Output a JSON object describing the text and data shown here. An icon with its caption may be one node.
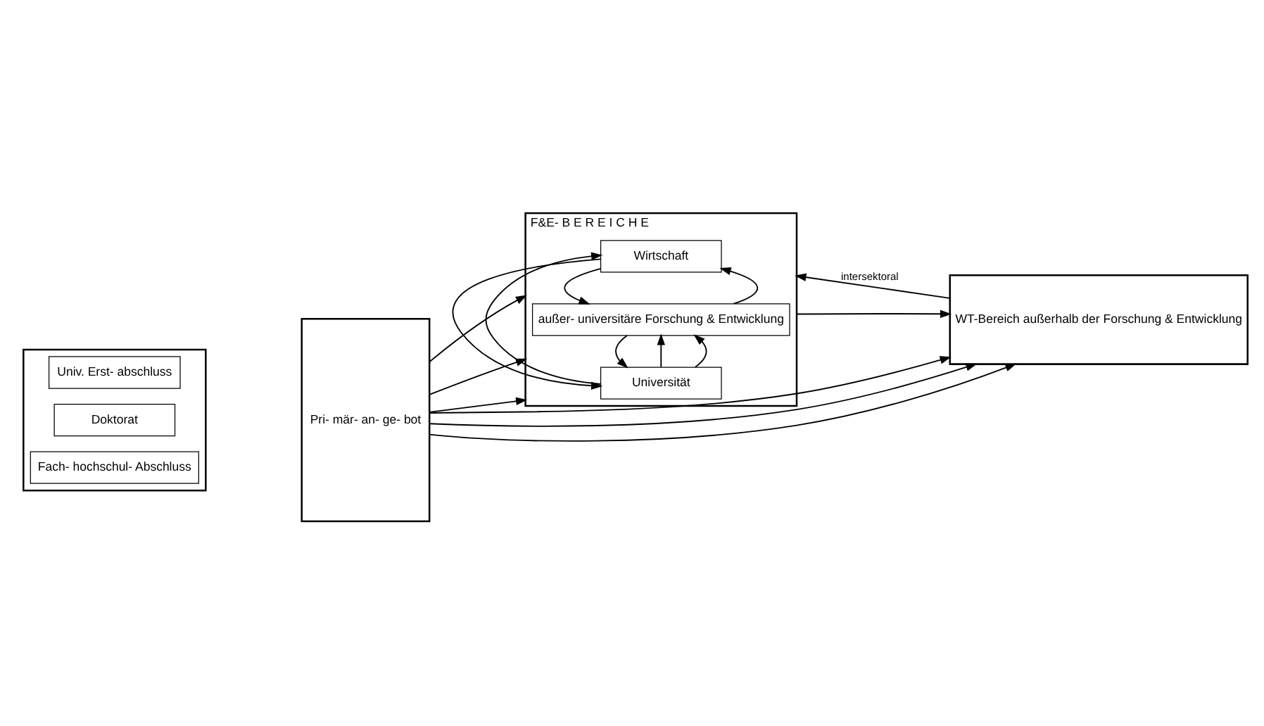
{
  "diagram": {
    "nodes": [
      {
        "text": [],
        "shape": "box"
      },
      {
        "text": [
          "Univ. Erst- abschluss"
        ],
        "in": 0
      },
      {
        "text": [
          "Doktorat"
        ],
        "in": 0
      },
      {
        "text": [
          "Fach- hochschul- Abschluss"
        ],
        "in": 0
      },
      {
        "text": [
          "Pri- mär- an- ge- bot"
        ]
      },
      {
        "text": [
          "F&E- B E R E I C H E"
        ]
      },
      {
        "text": [
          "Wirtschaft"
        ],
        "in": 5
      },
      {
        "text": [
          "außer- universitäre Forschung & Entwicklung"
        ],
        "in": 5
      },
      {
        "text": [
          "Universität"
        ],
        "in": 5
      },
      {
        "text": [
          "WT-Bereich außerhalb der Forschung & Entwicklung"
        ]
      }
    ],
    "edges": [
      {
        "from": 4,
        "to": 5,
        "arrow": "to"
      },
      {
        "from": 4,
        "to": 9,
        "arrow": "to"
      },
      {
        "from": 4,
        "to": 5,
        "arrow": "to"
      },
      {
        "from": 4,
        "to": 9,
        "arrow": "to"
      },
      {
        "from": 4,
        "to": 5,
        "arrow": "to"
      },
      {
        "from": 4,
        "to": 9,
        "arrow": "to"
      },
      {
        "from": 8,
        "to": 6,
        "arrow": "to"
      },
      {
        "from": 8,
        "to": 7,
        "arrow": "to"
      },
      {
        "from": 8,
        "to": 7,
        "arrow": "to"
      },
      {
        "from": 7,
        "to": 6,
        "arrow": "to"
      },
      {
        "from": 6,
        "to": 7,
        "arrow": "to"
      },
      {
        "from": 7,
        "to": 8,
        "arrow": "to"
      },
      {
        "from": 6,
        "to": 8,
        "arrow": "to"
      },
      {
        "from": 5,
        "to": 9,
        "arrow": "to"
      },
      {
        "from": 9,
        "to": 5,
        "arrow": "to",
        "label": "intersektoral"
      }
    ]
  }
}
